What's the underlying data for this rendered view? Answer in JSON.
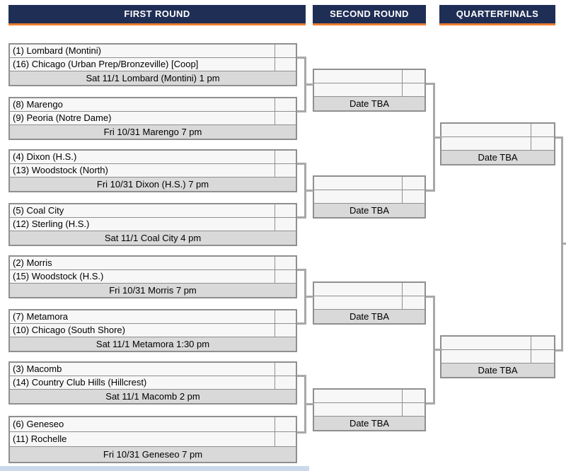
{
  "rounds": [
    {
      "label": "FIRST ROUND"
    },
    {
      "label": "SECOND ROUND"
    },
    {
      "label": "QUARTERFINALS"
    }
  ],
  "first_round": [
    {
      "team1": "(1) Lombard (Montini)",
      "team2": "(16) Chicago (Urban Prep/Bronzeville) [Coop]",
      "date": "Sat 11/1 Lombard (Montini) 1 pm"
    },
    {
      "team1": "(8) Marengo",
      "team2": "(9) Peoria (Notre Dame)",
      "date": "Fri 10/31 Marengo 7 pm"
    },
    {
      "team1": "(4) Dixon (H.S.)",
      "team2": "(13) Woodstock (North)",
      "date": "Fri 10/31 Dixon (H.S.) 7 pm"
    },
    {
      "team1": "(5) Coal City",
      "team2": "(12) Sterling (H.S.)",
      "date": "Sat 11/1 Coal City 4 pm"
    },
    {
      "team1": "(2) Morris",
      "team2": "(15) Woodstock (H.S.)",
      "date": "Fri 10/31 Morris 7 pm"
    },
    {
      "team1": "(7) Metamora",
      "team2": "(10) Chicago (South Shore)",
      "date": "Sat 11/1 Metamora 1:30 pm"
    },
    {
      "team1": "(3) Macomb",
      "team2": "(14) Country Club Hills (Hillcrest)",
      "date": "Sat 11/1 Macomb 2 pm"
    },
    {
      "team1": "(6) Geneseo",
      "team2": "(11) Rochelle",
      "date": "Fri 10/31 Geneseo 7 pm"
    }
  ],
  "second_round": [
    {
      "team1": "",
      "team2": "",
      "date": "Date TBA"
    },
    {
      "team1": "",
      "team2": "",
      "date": "Date TBA"
    },
    {
      "team1": "",
      "team2": "",
      "date": "Date TBA"
    },
    {
      "team1": "",
      "team2": "",
      "date": "Date TBA"
    }
  ],
  "quarterfinals": [
    {
      "team1": "",
      "team2": "",
      "date": "Date TBA"
    },
    {
      "team1": "",
      "team2": "",
      "date": "Date TBA"
    }
  ],
  "colors": {
    "header_bg": "#1f2e55",
    "header_accent": "#ed7d31",
    "team_row_bg": "#f7f7f7",
    "date_row_bg": "#d9d9d9",
    "border": "#8f8f8f",
    "connector": "#a8a8a8",
    "bottom_strip": "#ccd9ec"
  }
}
